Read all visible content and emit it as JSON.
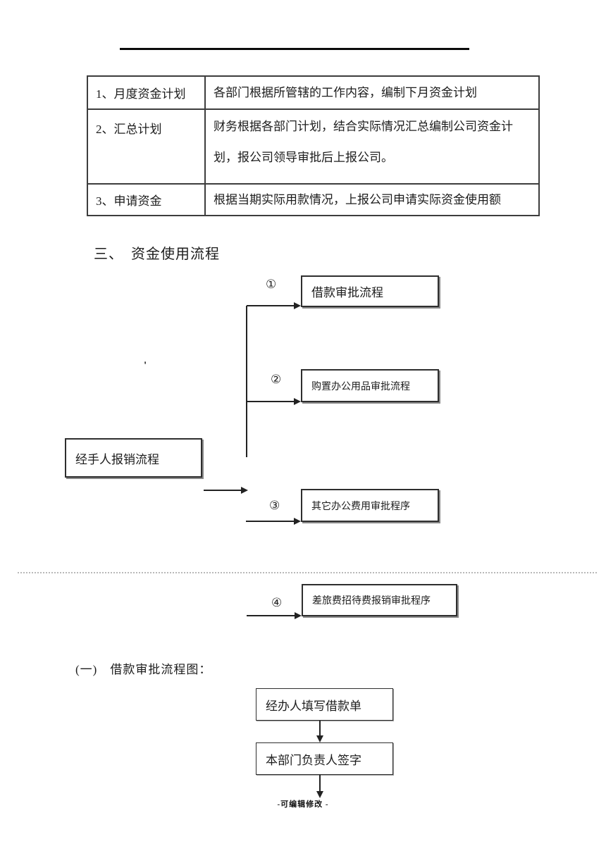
{
  "table": {
    "rows": [
      {
        "label": "1、月度资金计划",
        "desc": [
          "各部门根据所管辖的工作内容，编制下月资金计划"
        ]
      },
      {
        "label": "2、汇总计划",
        "desc": [
          "财务根据各部门计划，结合实际情况汇总编制公司资金计",
          "划，报公司领导审批后上报公司。"
        ]
      },
      {
        "label": "3、申请资金",
        "desc": [
          "根据当期实际用款情况，上报公司申请实际资金使用额"
        ]
      }
    ]
  },
  "headings": {
    "section": "三、　资金使用流程",
    "subsection": "(一)　借款审批流程图："
  },
  "flowchart": {
    "source_box": "经手人报销流程",
    "stray_mark": "'",
    "branches": [
      {
        "num": "①",
        "label": "借款审批流程"
      },
      {
        "num": "②",
        "label": "购置办公用品审批流程"
      },
      {
        "num": "③",
        "label": "其它办公费用审批程序"
      },
      {
        "num": "④",
        "label": "差旅费招待费报销审批程序"
      }
    ]
  },
  "borrow_flow": {
    "steps": [
      "经办人填写借款单",
      "本部门负责人签字"
    ]
  },
  "footer": {
    "text": "-可编辑修改 -"
  },
  "colors": {
    "ink": "#1c1c1c",
    "border": "#3d3d3d",
    "page": "#ffffff"
  }
}
